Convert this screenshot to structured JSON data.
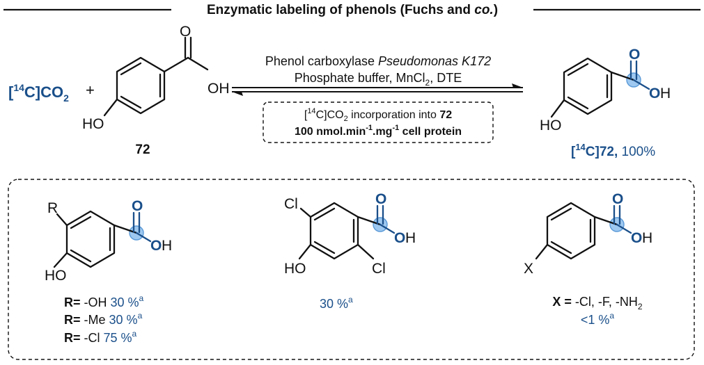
{
  "header": {
    "title": "Enzymatic labeling of phenols (Fuchs and ",
    "title_italic": "co.",
    "title_close": ")"
  },
  "reaction": {
    "co2_label_open": "[",
    "co2_isotope": "14",
    "co2_label_rest": "C]CO",
    "co2_sub": "2",
    "plus": "+",
    "substrate_number": "72",
    "conditions_line1": "Phenol carboxylase ",
    "conditions_line1_italic": "Pseudomonas K172",
    "conditions_line2a": "Phosphate buffer, MnCl",
    "conditions_line2_sub": "2",
    "conditions_line2b": ", DTE",
    "box_line1a": "[",
    "box_line1_sup": "14",
    "box_line1b": "C]CO",
    "box_line1_sub": "2",
    "box_line1c": " incorporation into ",
    "box_line1_bold": "72",
    "box_line2a": "100 nmol.min",
    "box_line2_sup1": "-1",
    "box_line2b": ".mg",
    "box_line2_sup2": "-1",
    "box_line2c": " cell protein",
    "product_label_open": "[",
    "product_isotope": "14",
    "product_label_rest": "C]72,",
    "product_yield": " 100%"
  },
  "atoms": {
    "O": "O",
    "OH": "OH",
    "HO": "HO",
    "H": "H",
    "R": "R",
    "Cl": "Cl",
    "X": "X"
  },
  "scope": {
    "left": {
      "rows": [
        {
          "label": "R=",
          "group": " -OH ",
          "yield": "30 %",
          "note": "a"
        },
        {
          "label": "R=",
          "group": " -Me ",
          "yield": "30 %",
          "note": "a"
        },
        {
          "label": "R=",
          "group": " -Cl ",
          "yield": "75 %",
          "note": "a"
        }
      ]
    },
    "middle": {
      "yield": "30 %",
      "note": "a"
    },
    "right": {
      "sub_label": "X = ",
      "sub_groups": "-Cl, -F, -NH",
      "sub_sub": "2",
      "yield": "<1 %",
      "note": "a"
    }
  },
  "colors": {
    "accent": "#1a4f8a",
    "highlight": "#9ec8f0",
    "text": "#111111"
  }
}
